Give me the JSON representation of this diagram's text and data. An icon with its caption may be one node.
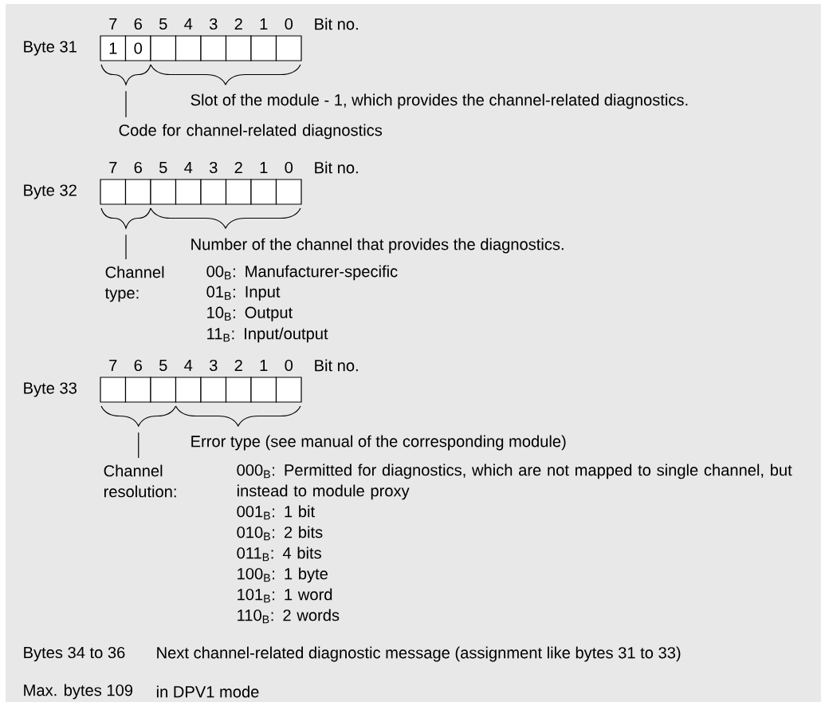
{
  "diagram": {
    "nodes": [
      {
        "text": [
          "1"
        ]
      },
      {
        "text": [
          "0"
        ]
      },
      {
        "text": [],
        "shape": "box"
      },
      {
        "text": [],
        "shape": "box"
      },
      {
        "text": [],
        "shape": "box"
      },
      {
        "text": [],
        "shape": "box"
      },
      {
        "text": [],
        "shape": "box"
      },
      {
        "text": [],
        "shape": "box"
      },
      {
        "text": [],
        "shape": "brace"
      },
      {
        "text": [],
        "shape": "brace"
      },
      {
        "text": [
          "Code for channel-related diagnostics"
        ]
      },
      {
        "text": [],
        "shape": "box"
      },
      {
        "text": [],
        "shape": "box"
      },
      {
        "text": [],
        "shape": "box"
      },
      {
        "text": [],
        "shape": "box"
      },
      {
        "text": [],
        "shape": "box"
      },
      {
        "text": [],
        "shape": "box"
      },
      {
        "text": [],
        "shape": "box"
      },
      {
        "text": [],
        "shape": "box"
      },
      {
        "text": [],
        "shape": "brace"
      },
      {
        "text": [],
        "shape": "brace"
      },
      {
        "text": [
          "Channel type:"
        ]
      },
      {
        "text": [],
        "shape": "box"
      },
      {
        "text": [],
        "shape": "box"
      },
      {
        "text": [],
        "shape": "box"
      },
      {
        "text": [],
        "shape": "box"
      },
      {
        "text": [],
        "shape": "box"
      },
      {
        "text": [],
        "shape": "box"
      },
      {
        "text": [],
        "shape": "box"
      },
      {
        "text": [],
        "shape": "box"
      },
      {
        "text": [],
        "shape": "brace"
      },
      {
        "text": [],
        "shape": "brace"
      },
      {
        "text": [
          "Channel resolution:"
        ]
      }
    ],
    "edges": [
      {
        "from": 10,
        "to": 8,
        "arrow": "none"
      },
      {
        "from": 21,
        "to": 19,
        "arrow": "none"
      },
      {
        "from": 32,
        "to": 30,
        "arrow": "none"
      }
    ],
    "labels": [
      "7",
      "6",
      "5",
      "4",
      "3",
      "2",
      "1",
      "0",
      "Bit no.",
      "Byte 31",
      "Slot of the module - 1, which provides the channel-related diagnostics.",
      "7",
      "6",
      "5",
      "4",
      "3",
      "2",
      "1",
      "0",
      "Bit no.",
      "Byte 32",
      "Number of the channel that provides the diagnostics.",
      "00$_{B}$: Manufacturer-specific",
      "01$_{B}$: Input",
      "10$_{B}$: Output",
      "11$_{B}$: Input/output",
      "7",
      "6",
      "5",
      "4",
      "3",
      "2",
      "1",
      "0",
      "Bit no.",
      "Byte 33",
      "Error type (see manual of the corresponding module)",
      "000$_{B}$: Permitted for diagnostics, which are not mapped to single channel, but instead to module proxy",
      "001$_{B}$: 1 bit",
      "010$_{B}$: 2 bits",
      "011$_{B}$: 4 bits",
      "100$_{B}$: 1 byte",
      "101$_{B}$: 1 word",
      "110$_{B}$: 2 words",
      "Bytes 34 to 36",
      "Next channel-related diagnostic message (assignment like bytes 31 to 33)",
      "Max. bytes 109",
      "in DPV1 mode"
    ]
  }
}
